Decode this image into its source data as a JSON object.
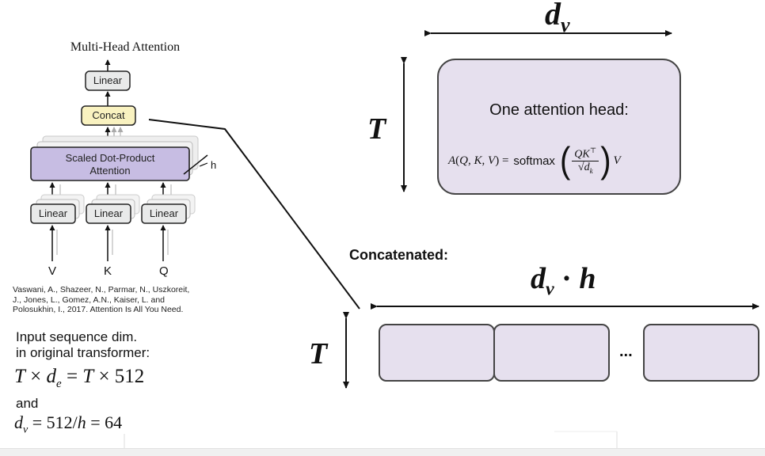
{
  "left_diagram": {
    "title": "Multi-Head Attention",
    "linear_top": "Linear",
    "concat": "Concat",
    "attention_line1": "Scaled Dot-Product",
    "attention_line2": "Attention",
    "h_label": "h",
    "linear_v": "Linear",
    "linear_k": "Linear",
    "linear_q": "Linear",
    "input_v": "V",
    "input_k": "K",
    "input_q": "Q"
  },
  "citation": {
    "line1": "Vaswani, A., Shazeer, N., Parmar, N., Uszkoreit,",
    "line2": "J., Jones, L., Gomez, A.N., Kaiser, L. and",
    "line3": "Polosukhin, I., 2017. Attention Is All You Need."
  },
  "notes": {
    "line1": "Input sequence dim.",
    "line2": "in original transformer:",
    "eq1": "T × d_e = T × 512",
    "and": "and",
    "eq2": "d_v = 512/h = 64"
  },
  "head": {
    "dim_top": "d_v",
    "dim_left": "T",
    "title": "One attention head:",
    "formula_lhs": "A(Q, K, V) =",
    "formula_softmax": "softmax",
    "formula_num": "QK^⊤",
    "formula_den": "√d_k",
    "formula_v": "V"
  },
  "concat_section": {
    "heading": "Concatenated:",
    "dim_top": "d_v · h",
    "dim_left": "T",
    "ellipsis": "..."
  },
  "colors": {
    "head_fill": "#e6e0ee",
    "head_stroke": "#444444",
    "attention_fill": "#c7bde3",
    "concat_fill": "#f9f2c0",
    "linear_fill": "#e9eaea"
  }
}
